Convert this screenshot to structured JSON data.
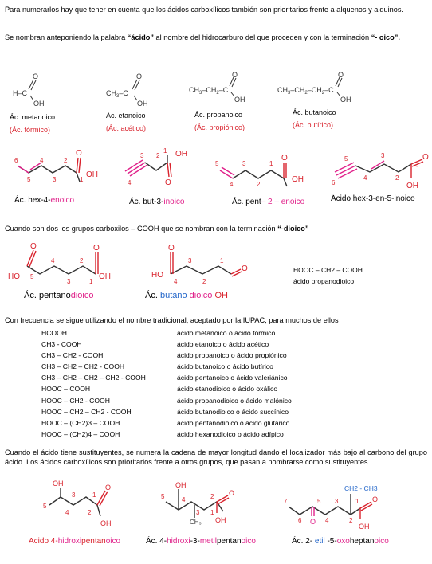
{
  "intro": {
    "p1": "Para numerarlos hay que tener en cuenta que los ácidos carboxílicos también son prioritarios frente a alquenos y alquinos.",
    "p2_a": "Se nombran anteponiendo la palabra ",
    "p2_b": "“ácido”",
    "p2_c": " al nombre del hidrocarburo del que proceden y con la terminación ",
    "p2_d": "“- oico”."
  },
  "row1": [
    {
      "formula": "H–C",
      "name": "Ác. metanoico",
      "trad": "(Ác. fórmico)"
    },
    {
      "formula": "CH3–C",
      "name": "Ác. etanoico",
      "trad": "(Ác. acético)"
    },
    {
      "formula": "CH3–CH2–C",
      "name": "Ác. propanoico",
      "trad": "(Ác. propiónico)"
    },
    {
      "formula": "CH3–CH2–CH2–C",
      "name": "Ác. butanoico",
      "trad": "(Ác. butírico)"
    }
  ],
  "row2": {
    "hex": {
      "pre": "Ác. hex-4-",
      "hl": "enoico"
    },
    "but": {
      "pre": "Ác. but-3-",
      "hl": "inoico"
    },
    "pent": {
      "pre": "Ác. pent",
      "hl": "– 2 – enoico"
    },
    "hexin": "Ácido hex-3-en-5-inoico"
  },
  "dioic": {
    "intro_a": "Cuando son dos los grupos carboxilos – COOH que se nombran con la terminación ",
    "intro_b": "“-dioico”",
    "pent": {
      "pre": "Ác. pentano",
      "hl": "dioico"
    },
    "but": {
      "pre": "Ác. ",
      "hl1": "butano",
      "hl2": " dioico",
      "oh": " OH"
    },
    "hooc_formula": "HOOC – CH2 – COOH",
    "hooc_name": "ácido propanodioico"
  },
  "table": {
    "intro": "Con frecuencia se sigue utilizando el nombre tradicional, aceptado por la IUPAC, para muchos de ellos",
    "rows": [
      {
        "formula": "HCOOH",
        "name": "ácido metanoico o ácido fórmico"
      },
      {
        "formula": "CH3 - COOH",
        "name": "ácido etanoico o ácido acético"
      },
      {
        "formula": "CH3 – CH2 - COOH",
        "name": "ácido propanoico o ácido propiónico"
      },
      {
        "formula": "CH3 – CH2 – CH2 - COOH",
        "name": "ácido butanoico o ácido butírico"
      },
      {
        "formula": "CH3 – CH2 – CH2 – CH2 - COOH",
        "name": "ácido pentanoico o ácido valeriánico"
      },
      {
        "formula": "HOOC – COOH",
        "name": "ácido etanodioico o ácido oxálico"
      },
      {
        "formula": "HOOC – CH2 - COOH",
        "name": "ácido propanodioico o ácido malónico"
      },
      {
        "formula": "HOOC – CH2 – CH2 - COOH",
        "name": "ácido butanodioico o ácido succínico"
      },
      {
        "formula": "HOOC – (CH2)3 – COOH",
        "name": "ácido pentanodioico o ácido glutárico"
      },
      {
        "formula": "HOOC – (CH2)4 – COOH",
        "name": "ácido hexanodioico o ácido adípico"
      }
    ]
  },
  "subst": {
    "intro": "Cuando el ácido tiene sustituyentes, se numera la cadena de mayor longitud dando el localizador más bajo al carbono del grupo ácido. Los ácidos carboxílicos son prioritarios frente a otros grupos, que pasan a nombrarse como sustituyentes.",
    "m1": {
      "pre": "Acido 4-",
      "hl": "hidroxi",
      "mid": "pentan",
      "suf": "oico"
    },
    "m2": {
      "pre": "Ác. 4-",
      "hl1": "hidroxi",
      "mid": "-3-",
      "hl2": "metil",
      "mid2": "pentan",
      "suf": "oico"
    },
    "m3": {
      "pre": "Ác. 2- ",
      "hl1": "etil",
      "mid": " -5-",
      "hl2": "oxo",
      "mid2": "heptan",
      "suf": "oico"
    },
    "ethyl_label": "CH2 - CH3"
  },
  "colors": {
    "red": "#d9232d",
    "magenta": "#e0218a",
    "blue": "#2366c9",
    "orange": "#f08c00",
    "text": "#000000"
  }
}
